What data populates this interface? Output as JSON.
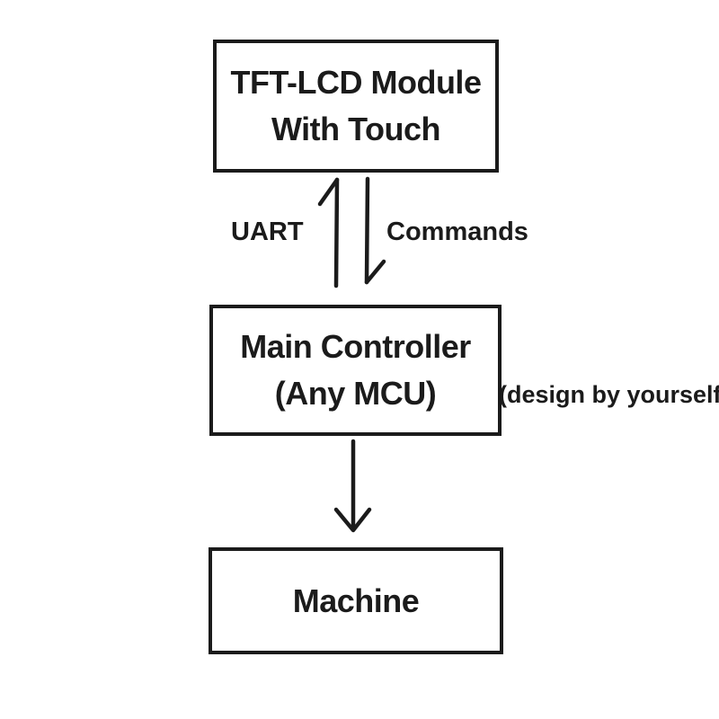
{
  "canvas": {
    "background_color": "#ffffff",
    "ink_color": "#1b1b1b"
  },
  "boxes": {
    "tft_lcd": {
      "line1": "TFT-LCD Module",
      "line2": "With Touch"
    },
    "main_controller": {
      "line1": "Main Controller",
      "line2": "(Any MCU)"
    },
    "machine": {
      "line1": "Machine"
    }
  },
  "labels": {
    "uart": "UART",
    "commands": "Commands",
    "design_note": "(design by yourself)"
  },
  "arrows": {
    "uart_up_arrow": {
      "direction": "up",
      "from": "Main Controller (Any MCU)",
      "to": "TFT-LCD Module With Touch"
    },
    "commands_down_arrow": {
      "direction": "down",
      "from": "TFT-LCD Module With Touch",
      "to": "Main Controller (Any MCU)"
    },
    "mcu_to_machine_arrow": {
      "direction": "down",
      "from": "Main Controller (Any MCU)",
      "to": "Machine"
    }
  }
}
